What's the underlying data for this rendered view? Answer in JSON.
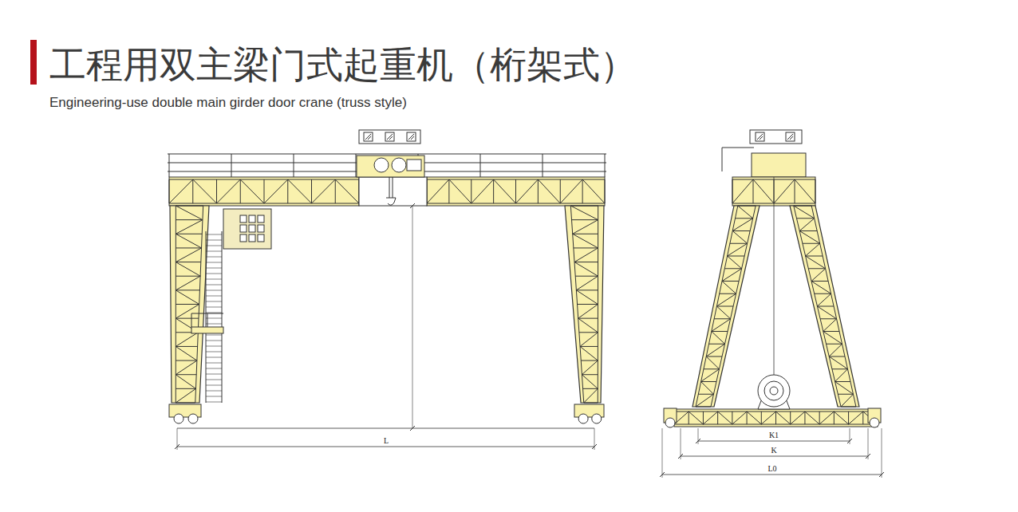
{
  "diagram": {
    "title": "工程用双主梁门式起重机（桁架式）",
    "labels": [
      "Engineering-use double main girder door crane (truss style)",
      "L",
      "K1",
      "K",
      "L0"
    ]
  }
}
